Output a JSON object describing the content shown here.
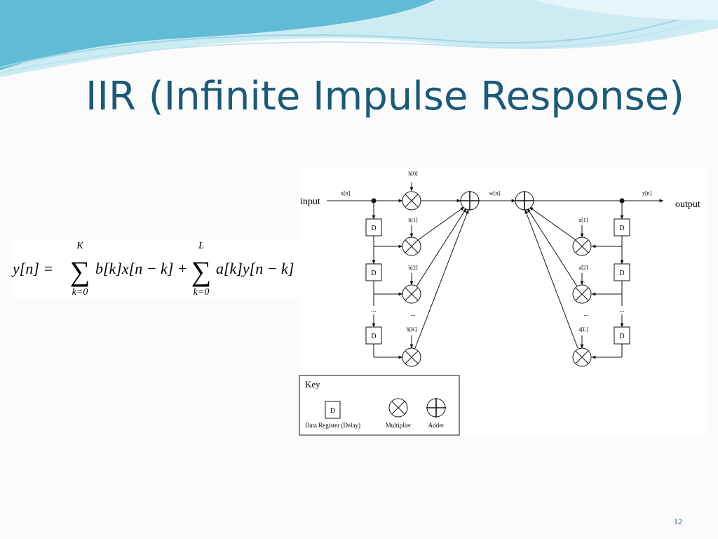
{
  "slide": {
    "title": "IIR (Infinite Impulse Response)",
    "page_number": "12",
    "colors": {
      "title": "#1b5a78",
      "wave_dark": "#4fb3cc",
      "wave_light": "#a9dceb"
    }
  },
  "formula": {
    "lhs": "y[n] =",
    "sum1_upper": "K",
    "sum1_lower": "k=0",
    "term1": "b[k]x[n − k] +",
    "sum2_upper": "L",
    "sum2_lower": "k=0",
    "term2": "a[k]y[n − k]"
  },
  "diagram": {
    "input_label": "input",
    "output_label": "output",
    "signals": {
      "x": "x[n]",
      "w": "w[n]",
      "y": "y[n]"
    },
    "delay_label": "D",
    "feedforward_coefs": [
      "b[0]",
      "b[1]",
      "b[2]",
      "b[K]"
    ],
    "feedback_coefs": [
      "a[1]",
      "a[2]",
      "a[L]"
    ],
    "ellipsis": "...",
    "key": {
      "title": "Key",
      "delay_symbol": "D",
      "delay_desc": "Data Register (Delay)",
      "multiplier_desc": "Multiplier",
      "adder_desc": "Adder"
    }
  }
}
